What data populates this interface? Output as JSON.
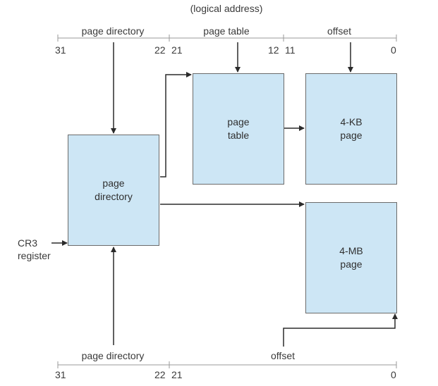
{
  "top": {
    "caption": "(logical address)",
    "fields": {
      "page_directory": "page directory",
      "page_table": "page table",
      "offset": "offset"
    },
    "bits": {
      "b31": "31",
      "b22": "22",
      "b21": "21",
      "b12": "12",
      "b11": "11",
      "b0": "0"
    }
  },
  "boxes": {
    "page_directory": "page\ndirectory",
    "page_table": "page\ntable",
    "page_4kb": "4-KB\npage",
    "page_4mb": "4-MB\npage"
  },
  "cr3": {
    "label": "CR3\nregister"
  },
  "bottom": {
    "fields": {
      "page_directory": "page directory",
      "offset": "offset"
    },
    "bits": {
      "b31": "31",
      "b22": "22",
      "b21": "21",
      "b0": "0"
    }
  }
}
